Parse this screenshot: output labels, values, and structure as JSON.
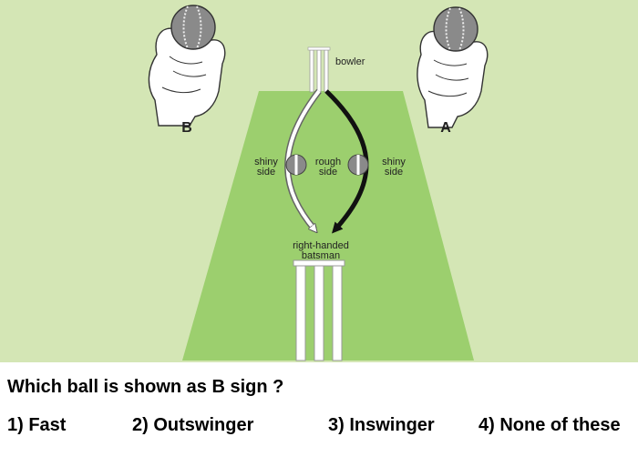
{
  "diagram": {
    "colors": {
      "background": "#d4e6b5",
      "pitch": "#9ccf6e",
      "stump": "#ffffff",
      "ball": "#8a8a8a",
      "hand": "#ffffff",
      "path_b": "#ffffff",
      "path_a": "#111111"
    },
    "labels": {
      "bowler": "bowler",
      "shiny_left": [
        "shiny",
        "side"
      ],
      "rough": [
        "rough",
        "side"
      ],
      "shiny_right": [
        "shiny",
        "side"
      ],
      "batsman": [
        "right-handed",
        "batsman"
      ],
      "grip_b": "B",
      "grip_a": "A"
    }
  },
  "question": {
    "text": "Which ball is shown as B sign ?",
    "options": [
      "1) Fast",
      "2) Outswinger",
      "3) Inswinger",
      "4) None of these"
    ]
  }
}
